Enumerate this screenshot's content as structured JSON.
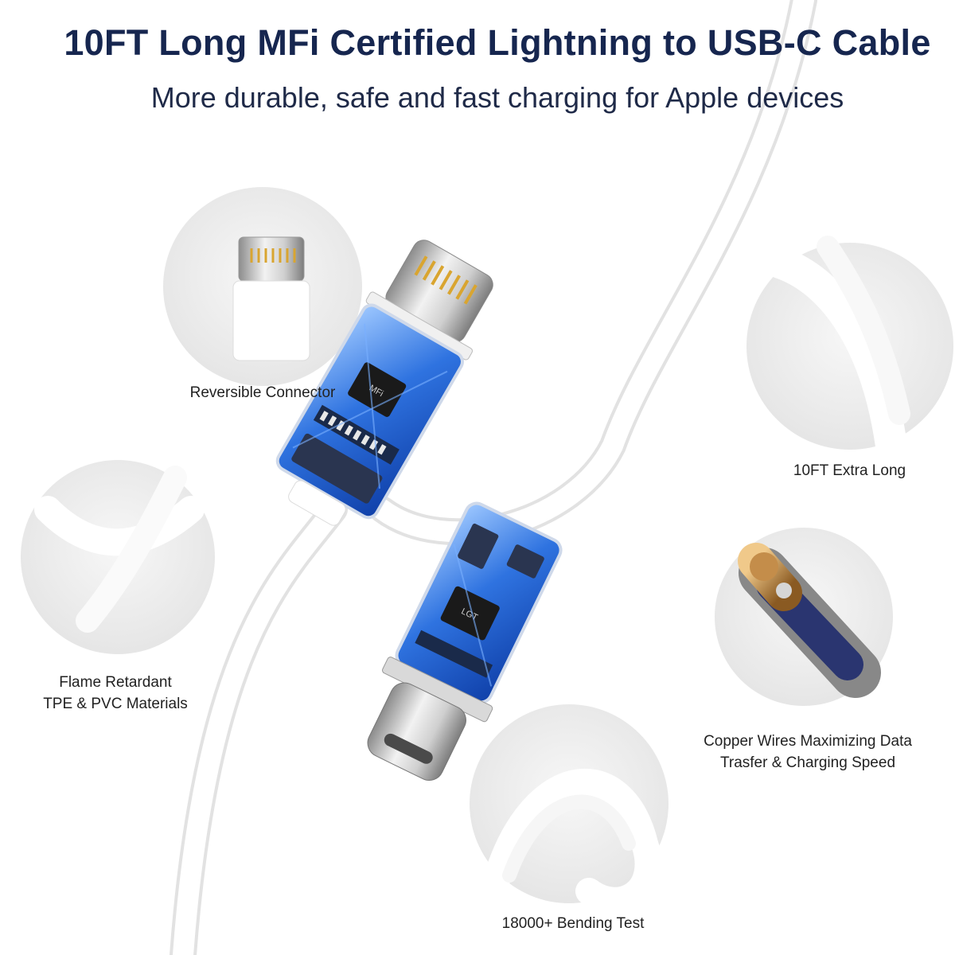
{
  "header": {
    "title": "10FT Long MFi Certified Lightning to USB-C Cable",
    "subtitle": "More durable, safe and fast charging for Apple devices"
  },
  "features": {
    "reversible": "Reversible Connector",
    "extra_long": "10FT Extra Long",
    "flame_line1": "Flame Retardant",
    "flame_line2": "TPE & PVC Materials",
    "copper_line1": "Copper Wires Maximizing Data",
    "copper_line2": "Trasfer & Charging Speed",
    "bending": "18000+ Bending Test"
  },
  "chip_labels": {
    "lightning_chip": "MFi",
    "usbc_chip": "LGT"
  },
  "colors": {
    "title": "#16264f",
    "pcb_blue": "#2b6fd6",
    "circle_bg": "#eeeeee",
    "copper": "#b8864a"
  }
}
